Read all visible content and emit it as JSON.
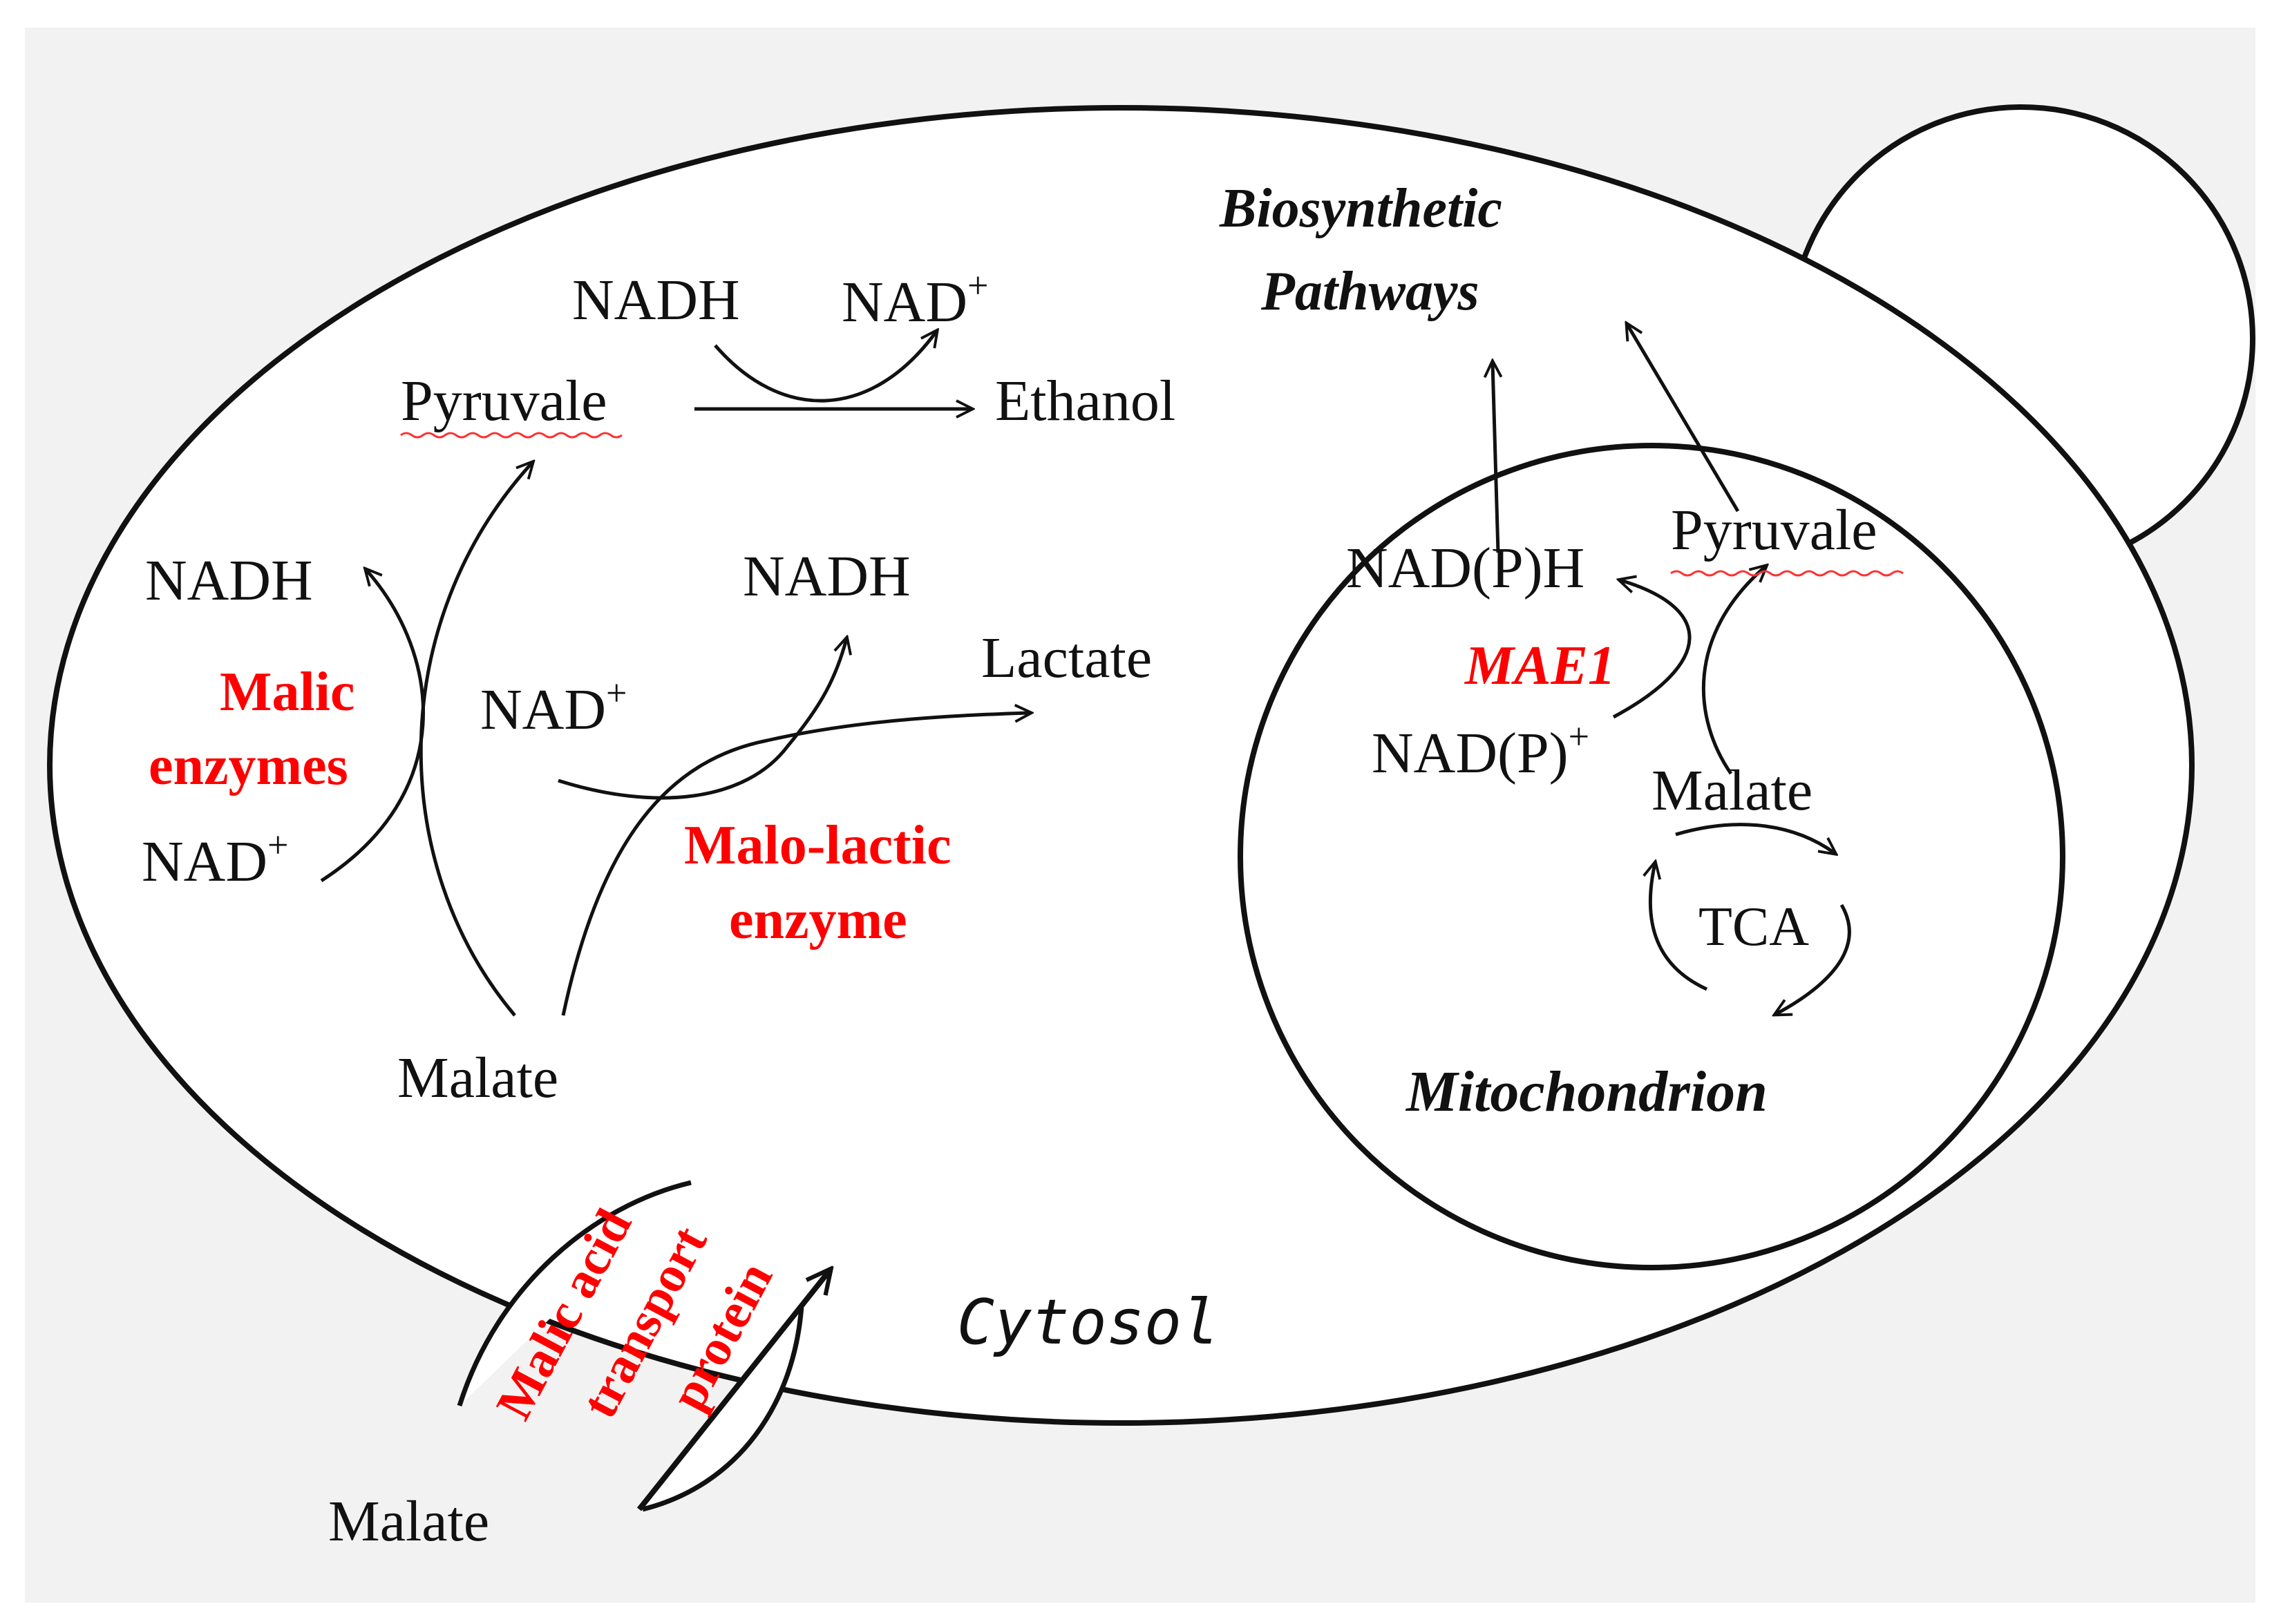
{
  "colors": {
    "background": "#f2f2f2",
    "membrane": "#111111",
    "enzyme_label": "#ff0000",
    "spellcheck_underline": "#ff3030"
  },
  "labels": {
    "biosynthetic_line1": "Biosynthetic",
    "biosynthetic_line2": "Pathways",
    "nadh_top": "NADH",
    "nad_top": "NAD",
    "pyruvale_cytosol": "Pyruvale",
    "ethanol": "Ethanol",
    "nadh_left": "NADH",
    "nad_left": "NAD",
    "nadh_middle": "NADH",
    "nad_middle": "NAD",
    "lactate": "Lactate",
    "malate_cytosol": "Malate",
    "malate_outside": "Malate",
    "cytosol": "Cytosol",
    "mito_nadph": "NAD(P)H",
    "mito_nadp": "NAD(P)",
    "mito_pyruvale": "Pyruvale",
    "mito_malate": "Malate",
    "tca": "TCA",
    "mitochondrion": "Mitochondrion",
    "plus": "+"
  },
  "enzymes": {
    "malic_enzymes_line1": "Malic",
    "malic_enzymes_line2": "enzymes",
    "malo_lactic_line1": "Malo-lactic",
    "malo_lactic_line2": "enzyme",
    "mae1": "MAE1",
    "transport_line1": "Malic acid",
    "transport_line2": "transport",
    "transport_line3": "protein"
  }
}
